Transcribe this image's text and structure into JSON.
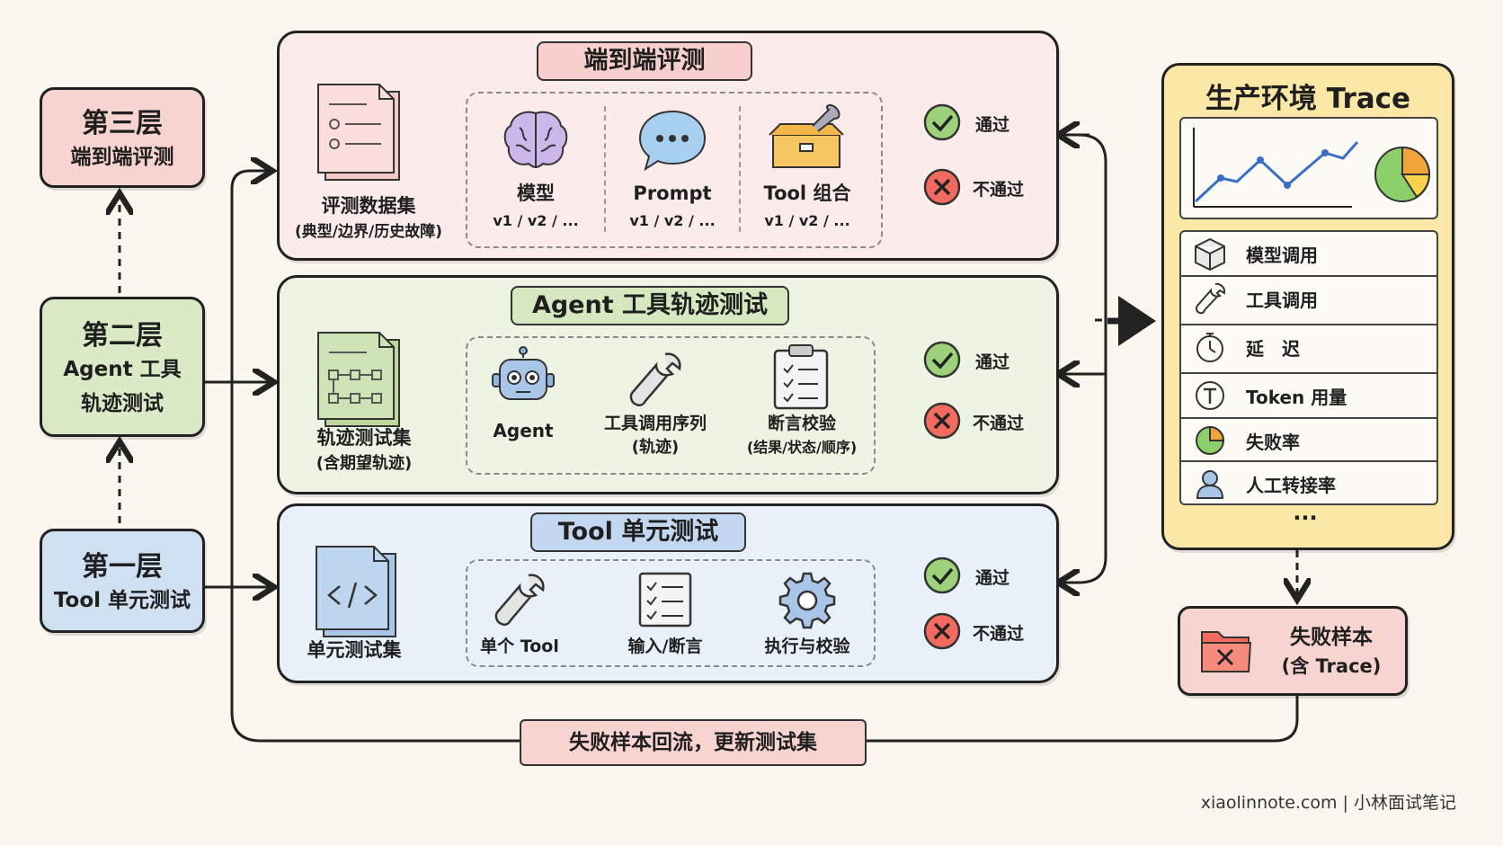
{
  "layers": {
    "layer3": {
      "title": "第三层",
      "subtitle": "端到端评测"
    },
    "layer2": {
      "title": "第二层",
      "subtitle1": "Agent 工具",
      "subtitle2": "轨迹测试"
    },
    "layer1": {
      "title": "第一层",
      "subtitle": "Tool 单元测试"
    }
  },
  "panels": {
    "e2e": {
      "title": "端到端评测",
      "dataset_label": "评测数据集",
      "dataset_sub": "(典型/边界/历史故障)",
      "items": [
        {
          "name": "模型",
          "versions": "v1 / v2 / ..."
        },
        {
          "name": "Prompt",
          "versions": "v1 / v2 / ..."
        },
        {
          "name": "Tool 组合",
          "versions": "v1 / v2 / ..."
        }
      ]
    },
    "agent": {
      "title": "Agent 工具轨迹测试",
      "dataset_label": "轨迹测试集",
      "dataset_sub": "(含期望轨迹)",
      "steps": [
        {
          "name": "Agent",
          "sub": ""
        },
        {
          "name": "工具调用序列",
          "sub": "(轨迹)"
        },
        {
          "name": "断言校验",
          "sub": "(结果/状态/顺序)"
        }
      ]
    },
    "tool": {
      "title": "Tool 单元测试",
      "dataset_label": "单元测试集",
      "steps": [
        {
          "name": "单个 Tool"
        },
        {
          "name": "输入/断言"
        },
        {
          "name": "执行与校验"
        }
      ]
    }
  },
  "results": {
    "pass": "通过",
    "fail": "不通过"
  },
  "trace": {
    "title": "生产环境 Trace",
    "rows": [
      {
        "label": "模型调用",
        "icon": "cube-icon"
      },
      {
        "label": "工具调用",
        "icon": "wrench-icon"
      },
      {
        "label": "延　迟",
        "icon": "stopwatch-icon"
      },
      {
        "label": "Token 用量",
        "icon": "token-icon"
      },
      {
        "label": "失败率",
        "icon": "pie-icon"
      },
      {
        "label": "人工转接率",
        "icon": "person-icon"
      }
    ],
    "more": "···"
  },
  "fail_sample": {
    "line1": "失败样本",
    "line2": "(含 Trace)"
  },
  "feedback_label": "失败样本回流，更新测试集",
  "footer": "xiaolinnote.com | 小林面试笔记",
  "colors": {
    "red_fill": "#f8d4d1",
    "green_fill": "#dbeac6",
    "blue_fill": "#cfe0f3",
    "yellow_fill": "#fbe7a6",
    "panel_red": "#fbeceb",
    "panel_green": "#edf4e3",
    "panel_blue": "#e8f0f9"
  }
}
